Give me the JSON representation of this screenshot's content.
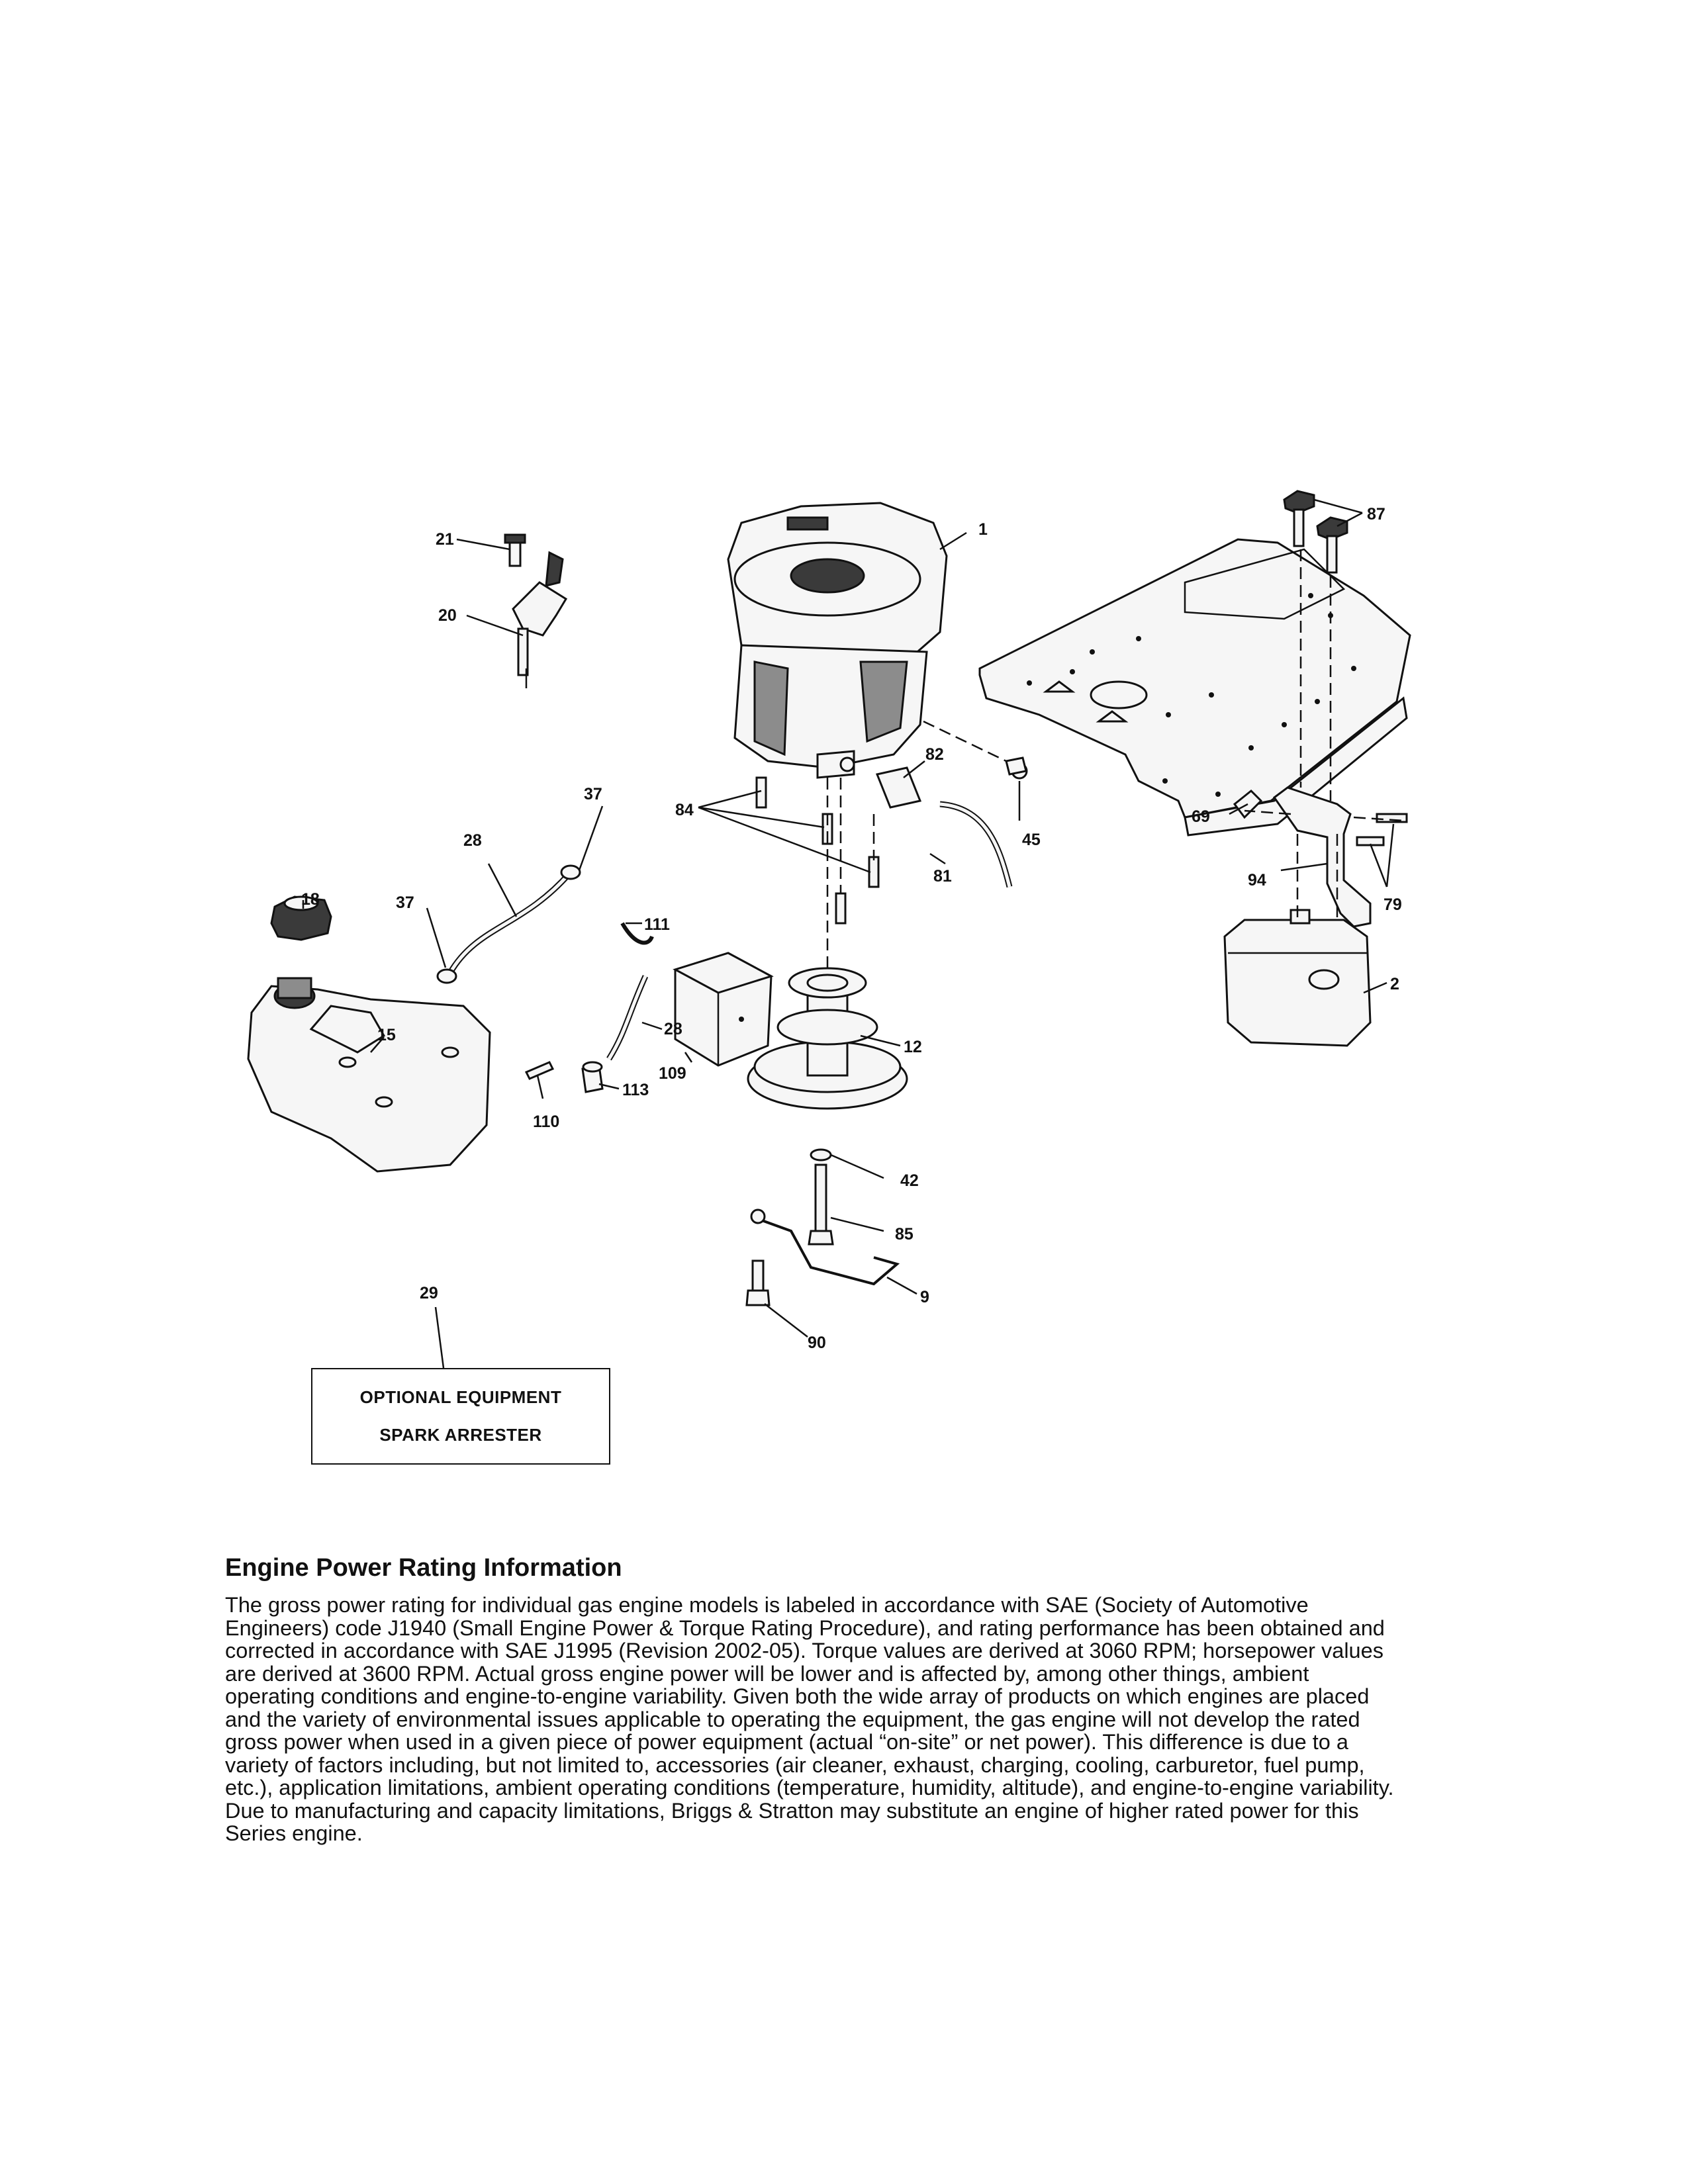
{
  "diagram": {
    "callouts": [
      "1",
      "2",
      "9",
      "12",
      "15",
      "18",
      "20",
      "21",
      "28",
      "28",
      "29",
      "37",
      "37",
      "42",
      "45",
      "69",
      "79",
      "81",
      "82",
      "84",
      "85",
      "87",
      "90",
      "94",
      "109",
      "110",
      "111",
      "113"
    ]
  },
  "optional_equipment": {
    "line1": "OPTIONAL EQUIPMENT",
    "line2": "SPARK ARRESTER"
  },
  "engine_power": {
    "title": "Engine Power Rating Information",
    "body": "The gross power rating for individual gas engine models is labeled in accordance with SAE (Society of Automotive Engineers) code J1940 (Small Engine Power & Torque Rating Procedure), and rating performance has been obtained and corrected in accordance with SAE J1995 (Revision 2002-05). Torque values are derived at 3060 RPM; horsepower values are derived at 3600 RPM. Actual gross engine power will be lower and is affected by, among other things, ambient operating conditions and engine-to-engine variability. Given both the wide array of products on which engines are placed and the variety of environmental issues applicable to operating the equipment, the gas engine will not develop the rated gross power when used in a given piece of power equipment (actual “on-site” or net power). This difference is due to a variety of factors including, but not limited to, accessories (air cleaner, exhaust, charging, cooling, carburetor, fuel pump, etc.), application limitations, ambient operating conditions (temperature, humidity, altitude), and engine-to-engine variability. Due to manufacturing and capacity limitations, Briggs & Stratton may substitute an engine of higher rated power for this Series engine."
  }
}
